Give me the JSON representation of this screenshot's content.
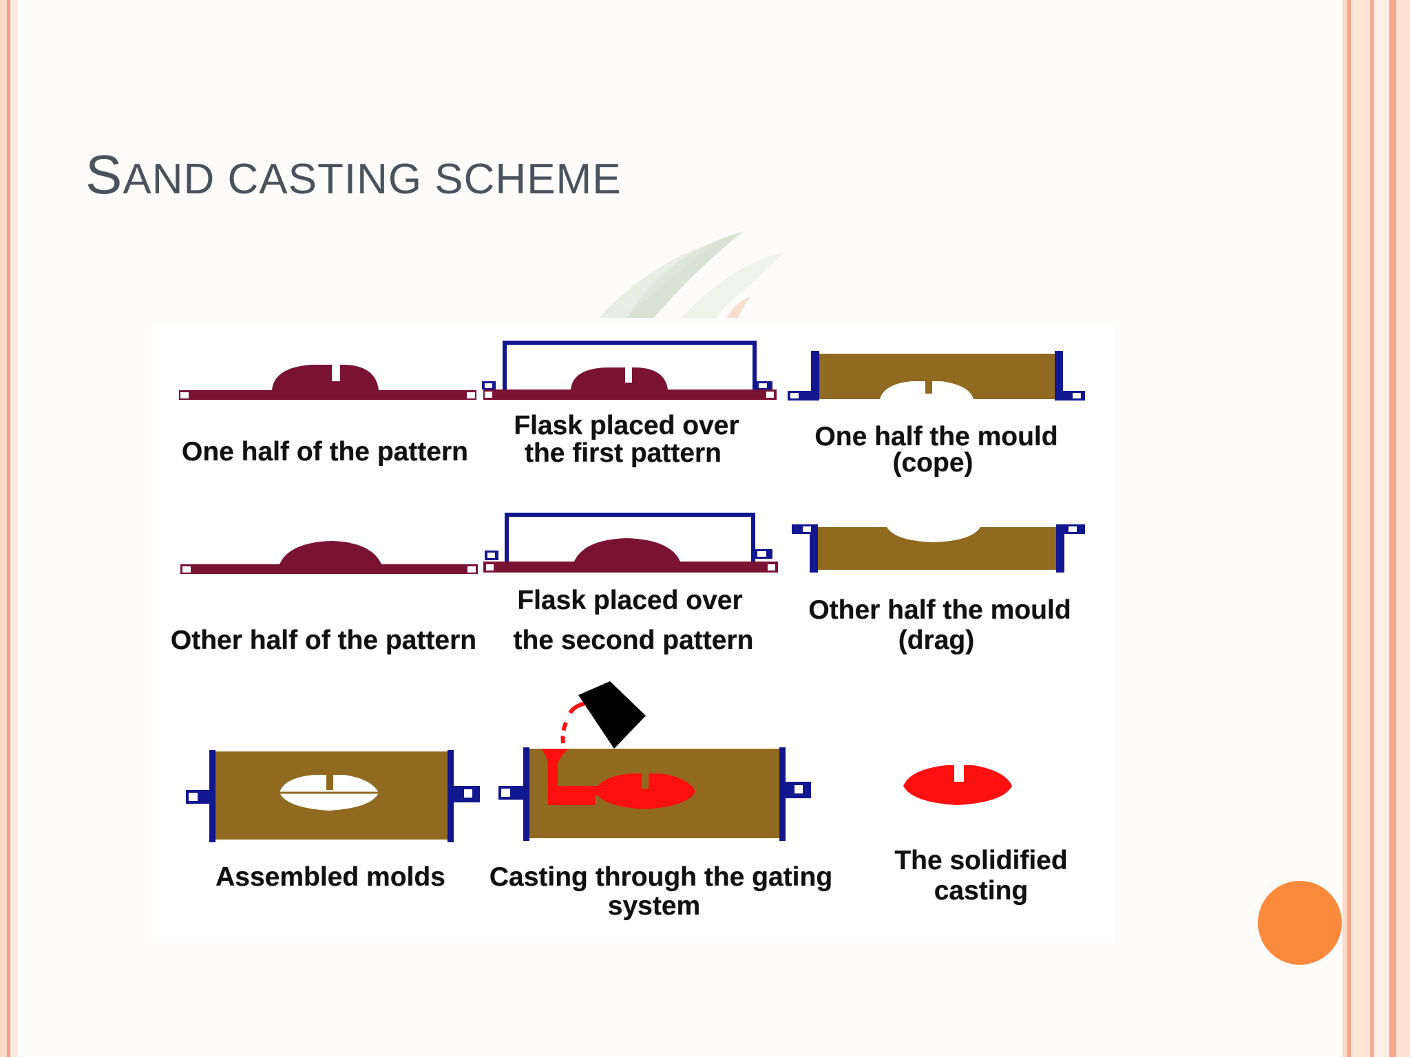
{
  "slide": {
    "title": "Sand casting scheme",
    "title_first": "S",
    "title_rest": "AND CASTING SCHEME"
  },
  "diagram": {
    "labels": {
      "one_half_pattern": "One half of the pattern",
      "flask_first_1": "Flask placed over",
      "flask_first_2": "the first pattern",
      "one_half_mould_1": "One half  the mould",
      "one_half_mould_2": "(cope)",
      "other_half_pattern": "Other half of the pattern",
      "flask_second_1": "Flask placed over",
      "flask_second_2": "the second pattern",
      "other_half_mould_1": "Other half  the mould",
      "other_half_mould_2": "(drag)",
      "assembled": "Assembled molds",
      "casting_1": "Casting through the gating",
      "casting_2": "system",
      "solidified_1": "The solidified",
      "solidified_2": "casting"
    },
    "colors": {
      "pattern": "#7a1233",
      "flask": "#12168f",
      "sand": "#8f6a20",
      "molten_metal": "#ff1010",
      "ladle": "#000000"
    }
  },
  "decor": {
    "accent": "#fb8a3c",
    "border": "#f2a286"
  }
}
